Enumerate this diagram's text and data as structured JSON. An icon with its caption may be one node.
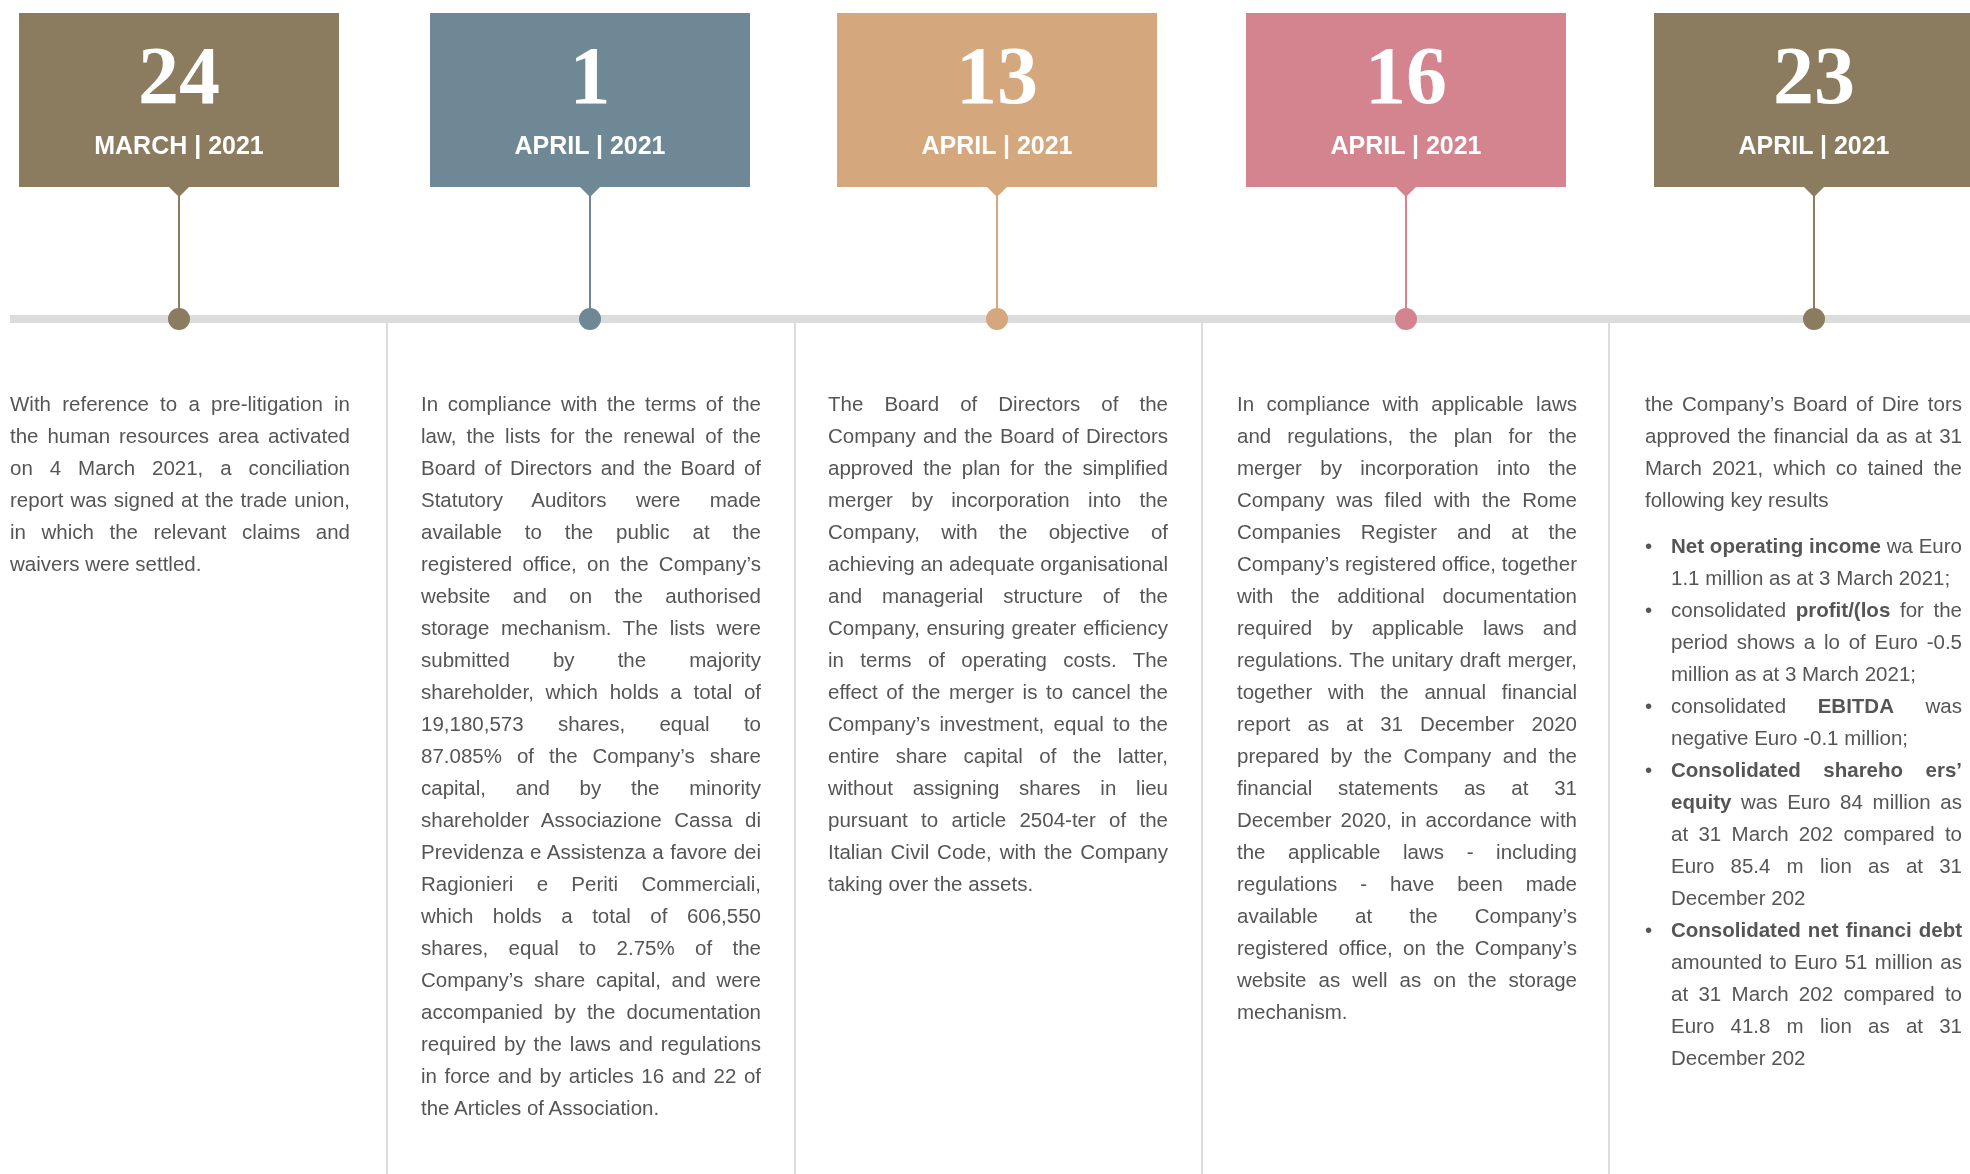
{
  "diagram": {
    "nodes": [
      {
        "text": [
          "24",
          "MARCH | 2021"
        ]
      },
      {
        "text": [
          "1",
          "APRIL | 2021"
        ]
      },
      {
        "text": [
          "13",
          "APRIL | 2021"
        ]
      },
      {
        "text": [
          "16",
          "APRIL | 2021"
        ]
      },
      {
        "text": [
          "23",
          "APRIL | 2021"
        ]
      }
    ],
    "labels": [
      "With reference to a pre-litigation in the human resources area activated on 4 March 2021, a conciliation report was signed at the trade union, in which the relevant claims and waivers were settled.",
      "In compliance with the terms of the law, the lists for the renewal of the Board of Directors and the Board of Statutory Auditors were made available to the public at the registered office, on the Company’s website and on the authorised storage mechanism. The lists were submitted by the majority shareholder, which holds a total of 19,180,573 shares, equal to 87.085% of the Company’s share capital, and by the minority shareholder Associazione Cassa di Previdenza e Assistenza a favore dei Ragionieri e Periti Commerciali, which holds a total of 606,550 shares, equal to 2.75% of the Company’s share capital, and were accompanied by the documentation required by the laws and regulations in force and by articles 16 and 22 of the Articles of Association.",
      "The Board of Directors of the Company and the Board of Directors approved the plan for the simplified merger by incorporation into the Company, with the objective of achieving an adequate organisational and managerial structure of the Company, ensuring greater efficiency in terms of operating costs. The effect of the merger is to cancel the Company’s investment, equal to the entire share capital of the latter, without assigning shares in lieu pursuant to article 2504-ter of the Italian Civil Code, with the Company taking over the assets.",
      "In compliance with applicable laws and regulations, the plan for the merger by incorporation into the Company was filed with the Rome Companies Register and at the Company’s registered office, together with the additional documentation required by applicable laws and regulations. The unitary draft merger, together with the annual financial report as at 31 December 2020 prepared by the Company and the financial statements as at 31 December 2020, in accordance with the applicable laws - including regulations - have been made available at the Company’s registered office, on the Company’s website as well as on the storage mechanism.",
      "the Company’s Board of Dire tors approved the financial da as at 31 March 2021, which co tained the following key results",
      "•",
      "**Net operating income** wa Euro 1.1 million as at 3 March 2021;",
      "•",
      "consolidated **profit/(los** for the period shows a lo of Euro -0.5 million as at 3 March 2021;",
      "•",
      "consolidated **EBITDA** was negative Euro -0.1 million;",
      "•",
      "**Consolidated shareho ers’ equity** was Euro 84 million as at 31 March 202 compared to Euro 85.4 m lion as at 31 December 202",
      "•",
      "**Consolidated net financi debt** amounted to Euro 51 million as at 31 March 202 compared to Euro 41.8 m lion as at 31 December 202"
    ]
  }
}
